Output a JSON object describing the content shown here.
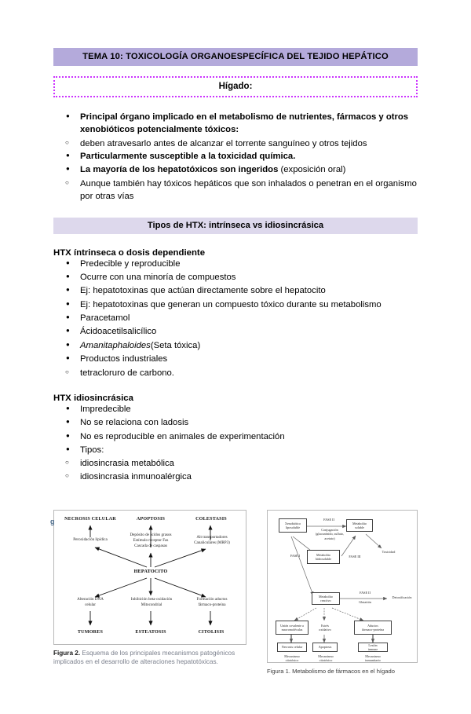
{
  "document": {
    "title_banner": "TEMA 10: TOXICOLOGÍA ORGANOESPECÍFICA DEL TEJIDO HEPÁTICO",
    "liver_box_heading": "Hígado:",
    "section_banner": "Tipos de HTX: intrínseca vs idiosincrásica",
    "subheading_intrinsic": "HTX íntrinseca o dosis dependiente",
    "subheading_idiosyncratic": "HTX idiosincrásica"
  },
  "colors": {
    "title_banner_bg": "#b4aadb",
    "section_banner_bg": "#ddd8ec",
    "dotted_border": "#cc33ff",
    "text": "#000000"
  },
  "liver_bullets": {
    "b1_bold": "Principal órgano implicado en el metabolismo de nutrientes, fármacos y otros xenobióticos potencialmente tóxicos:",
    "b1_sub": "deben atravesarlo antes de alcanzar el torrente sanguíneo y otros tejidos",
    "b2_bold": "Particularmente susceptible a la toxicidad química.",
    "b3_bold": "La mayoría de los hepatotóxicos son ingeridos",
    "b3_plain": " (exposición oral)",
    "b3_sub": "Aunque también hay tóxicos hepáticos que son inhalados o penetran en el organismo por otras vías"
  },
  "intrinsic_list": [
    "Predecible y reproducible",
    "Ocurre con una minoría de compuestos",
    "Ej: hepatotoxinas que actúan directamente sobre el hepatocito",
    "Ej: hepatotoxinas que generan un compuesto tóxico durante su metabolismo",
    "Paracetamol",
    "Ácidoacetilsalicílico"
  ],
  "intrinsic_italic_item": {
    "italic": "Amanitaphaloides",
    "plain": "(Seta tóxica)"
  },
  "intrinsic_last": "Productos industriales",
  "intrinsic_last_sub": "tetracloruro de carbono.",
  "idiosyncratic_list": [
    "Impredecible",
    "No se relaciona con ladosis",
    "No es reproducible en animales de experimentación",
    "Tipos:"
  ],
  "idiosyncratic_sub": [
    "idiosincrasia metabólica",
    "idiosincrasia inmunoalérgica"
  ],
  "figure_left": {
    "caption_bold": "Figura 2.",
    "caption_rest": " Esquema de los principales mecanismos patogénicos implicados en el desarrollo de alteraciones hepatotóxicas.",
    "stray_marginal": "g",
    "top_headers": [
      "NECROSIS CELULAR",
      "APOPTOSIS",
      "COLESTASIS"
    ],
    "top_details": [
      "Peroxidación lipídica",
      "Depósito de ácidos grasos\nEstímulo receptor Fas\nCascada de caspasas",
      "Alt transportadores\nCanaliculares (MRP3)"
    ],
    "center": "HEPATOCITO",
    "bottom_details": [
      "Alteración DNA\ncelular",
      "Inhibición beta-oxidación\nMitocondrial",
      "Formación aductos\nfármaco-proteína"
    ],
    "bottom_headers": [
      "TUMORES",
      "ESTEATOSIS",
      "CITOLISIS"
    ]
  },
  "figure_right": {
    "caption": "Figura 1. Metabolismo de fármacos en el hígado",
    "nodes": {
      "xenobiotic": "Xenobiótico\nliposoluble",
      "phase2_top": "FASE II",
      "conjugation": "Conjugación\n(glucurónido, sulfato,\nacetato)",
      "phase1": "FASE I",
      "metabolite_hydro": "Metabolito\nhidrosoluble",
      "metabolite_soluble": "Metabolito\nsoluble",
      "toxicity": "Toxicidad",
      "phase3": "FASE III",
      "metabolite_reactive": "Metabolito\nreactivo",
      "phase2_bottom": "FASE II",
      "glutathione": "Glutatión",
      "detox": "Detoxificación",
      "branch1": "Unión covalente a\nmacromoléculas",
      "branch2": "Estrés\noxidativo",
      "branch3": "Aductos\nfármaco-proteína",
      "sub1": "Necrosis celular",
      "sub2": "Apoptosis",
      "sub3": "Lesión\ninmune",
      "foot1": "Mecanismo\ncitotóxico",
      "foot2": "Mecanismo\ncitotóxico",
      "foot3": "Mecanismo\ninmunitario"
    }
  }
}
